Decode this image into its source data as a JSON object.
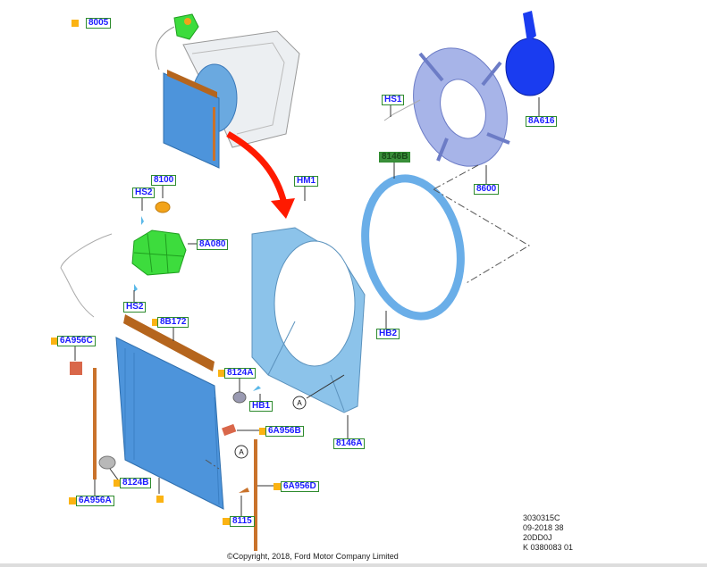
{
  "labels": {
    "l8005": "8005",
    "l8100": "8100",
    "hs2_top": "HS2",
    "l8a080": "8A080",
    "hs2_bottom": "HS2",
    "l8b172": "8B172",
    "l6a956c": "6A956C",
    "l8124a": "8124A",
    "hb1": "HB1",
    "l6a956b": "6A956B",
    "l8124b": "8124B",
    "l6a956a": "6A956A",
    "l6a956d": "6A956D",
    "l8115": "8115",
    "l8146a": "8146A",
    "hm1": "HM1",
    "hs1": "HS1",
    "l8a616": "8A616",
    "l8146b": "8146B",
    "l8600": "8600",
    "hb2": "HB2"
  },
  "callouts": {
    "a1": "A",
    "a2": "A"
  },
  "copyright": "©Copyright, 2018, Ford Motor Company Limited",
  "meta": [
    "3030315C",
    "09-2018 38",
    "20DD0J",
    "K 0380083 01"
  ],
  "colors": {
    "label_border": "#2e8b2e",
    "label_text": "#1a1aff",
    "marker": "#fbb313",
    "arrow": "#ff1a00",
    "shroud": "#8cc3ea",
    "radiator": "#4d94db",
    "reservoir": "#3ddc3d",
    "fan_clutch": "#1a3cf0",
    "fan": "#a7b4e8",
    "seal": "#b5651d"
  }
}
